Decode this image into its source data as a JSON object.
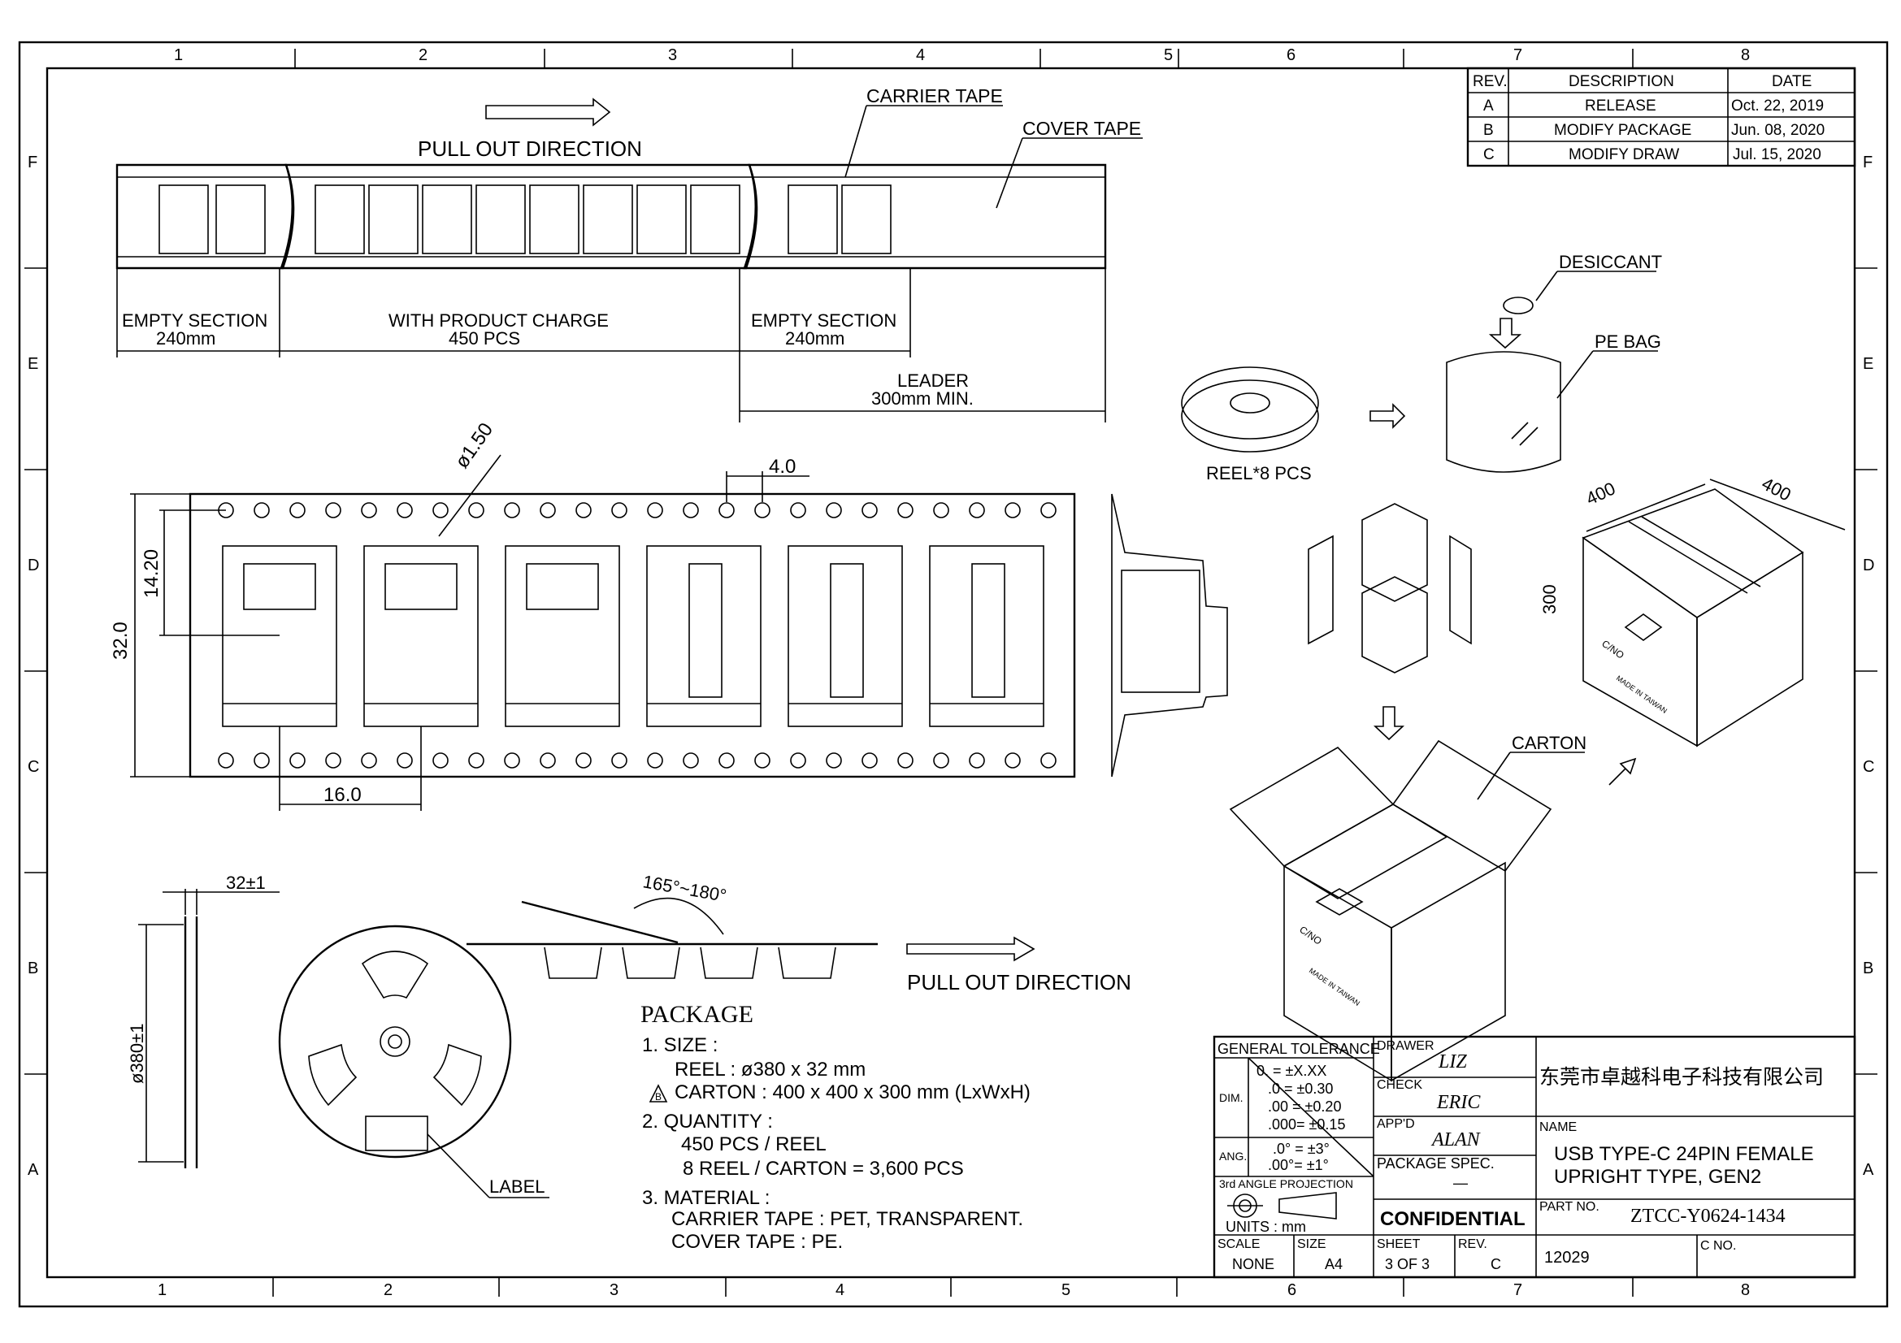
{
  "frame": {
    "zones_top": [
      "1",
      "2",
      "3",
      "4",
      "5",
      "6",
      "7",
      "8"
    ],
    "zones_bottom": [
      "1",
      "2",
      "3",
      "4",
      "5",
      "6",
      "7",
      "8"
    ],
    "rows_left": [
      "F",
      "E",
      "D",
      "C",
      "B",
      "A"
    ],
    "rows_right": [
      "F",
      "E",
      "D",
      "C",
      "B",
      "A"
    ]
  },
  "revision_table": {
    "headers": [
      "REV.",
      "DESCRIPTION",
      "DATE"
    ],
    "rows": [
      [
        "A",
        "RELEASE",
        "Oct. 22, 2019"
      ],
      [
        "B",
        "MODIFY PACKAGE",
        "Jun. 08, 2020"
      ],
      [
        "C",
        "MODIFY DRAW",
        "Jul. 15, 2020"
      ]
    ]
  },
  "tape_view": {
    "pull_out": "PULL OUT DIRECTION",
    "carrier_tape": "CARRIER TAPE",
    "cover_tape": "COVER TAPE",
    "empty_section_1": "EMPTY SECTION",
    "empty_section_1_len": "240mm",
    "product_section": "WITH PRODUCT CHARGE",
    "product_section_qty": "450 PCS",
    "empty_section_2": "EMPTY SECTION",
    "empty_section_2_len": "240mm",
    "leader": "LEADER",
    "leader_len": "300mm MIN."
  },
  "tape_detail": {
    "hole_dia": "ø1.50",
    "pitch_holes": "4.0",
    "tape_width": "32.0",
    "offset": "14.20",
    "pocket_pitch": "16.0"
  },
  "packaging_flow": {
    "desiccant": "DESICCANT",
    "pe_bag": "PE BAG",
    "reel_qty": "REEL*8 PCS",
    "carton": "CARTON",
    "box_dim_a": "400",
    "box_dim_b": "400",
    "box_dim_h": "300",
    "carton_mark_1": "C/NO",
    "carton_mark_2": "MADE IN TAIWAN"
  },
  "reel_view": {
    "width_dim": "32±1",
    "dia_dim": "ø380±1",
    "label": "LABEL",
    "angle": "165°~180°",
    "pull_out": "PULL OUT DIRECTION"
  },
  "package_notes": {
    "title": "PACKAGE",
    "lines": [
      "1. SIZE :",
      "REEL : ø380 x 32 mm",
      "CARTON : 400 x 400 x 300 mm (LxWxH)",
      "2. QUANTITY :",
      "450 PCS / REEL",
      "8 REEL / CARTON = 3,600 PCS",
      "3. MATERIAL :",
      "CARRIER TAPE : PET, TRANSPARENT.",
      "COVER TAPE : PE."
    ],
    "rev_mark": "B"
  },
  "title_block": {
    "general_tolerance": "GENERAL TOLERANCE",
    "dim": "DIM.",
    "ang": "ANG.",
    "tol_rows": [
      "0.    = ±X.XX",
      ".0    = ±0.30",
      ".00   = ±0.20",
      ".000= ±0.15"
    ],
    "ang_rows": [
      ".0° = ±3°",
      ".00°= ±1°"
    ],
    "projection": "3rd ANGLE PROJECTION",
    "units": "UNITS : mm",
    "drawer_label": "DRAWER",
    "drawer": "LIZ",
    "check_label": "CHECK",
    "check": "ERIC",
    "appd_label": "APP'D",
    "appd": "ALAN",
    "pkg_spec_label": "PACKAGE SPEC.",
    "pkg_spec": "—",
    "confidential": "CONFIDENTIAL",
    "company": "东莞市卓越科电子科技有限公司",
    "name_label": "NAME",
    "name_line1": "USB TYPE-C 24PIN FEMALE",
    "name_line2": "UPRIGHT TYPE, GEN2",
    "part_no_label": "PART NO.",
    "part_no": "ZTCC-Y0624-1434",
    "scale_label": "SCALE",
    "scale": "NONE",
    "size_label": "SIZE",
    "size": "A4",
    "sheet_label": "SHEET",
    "sheet": "3 OF 3",
    "rev_label": "REV.",
    "rev": "C",
    "doc_no": "12029",
    "c_no_label": "C NO."
  }
}
